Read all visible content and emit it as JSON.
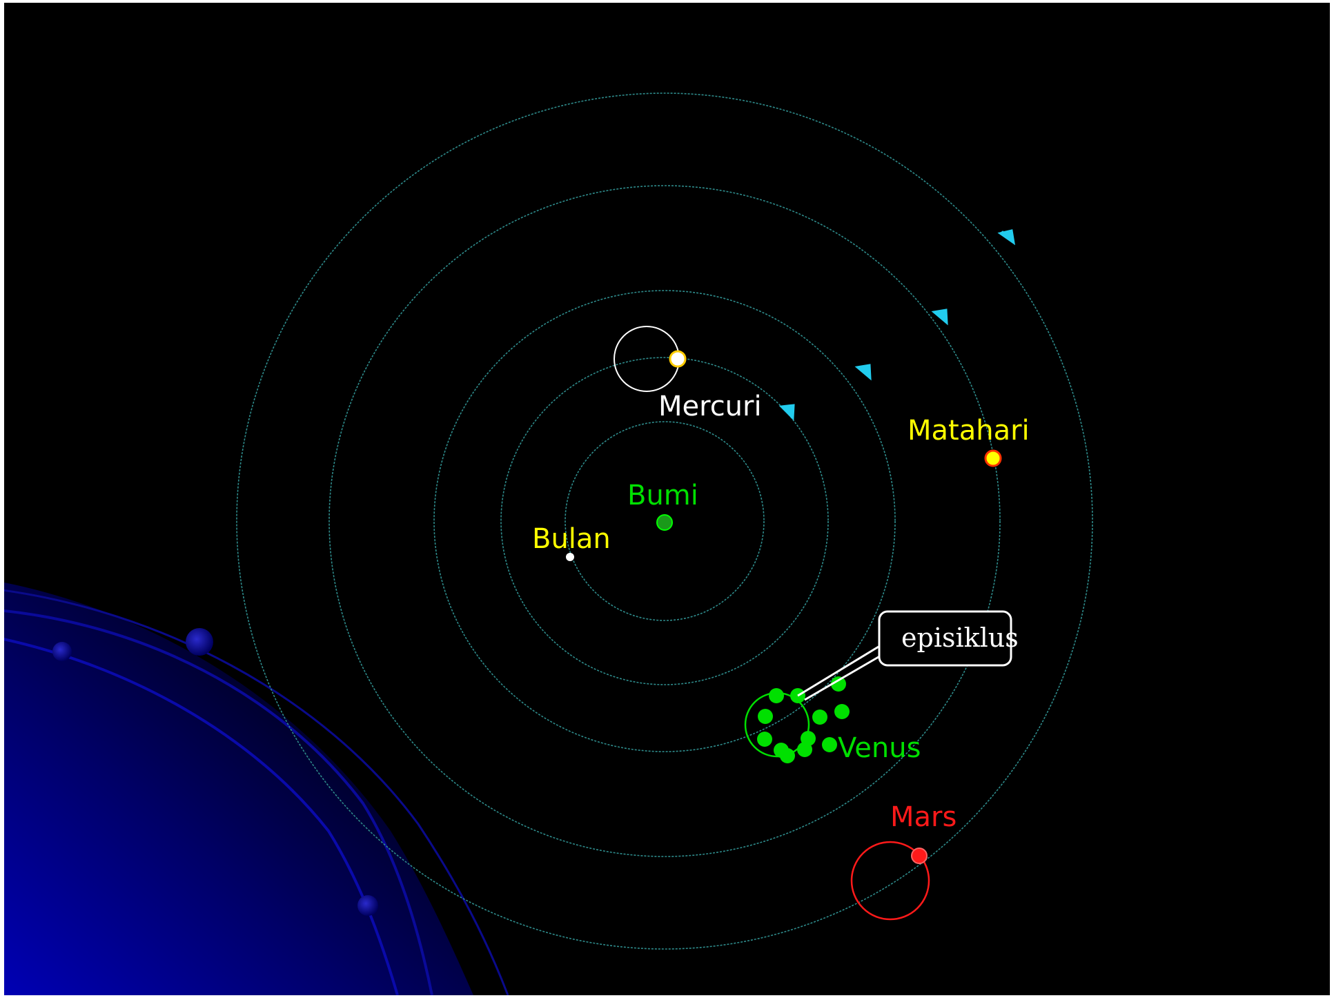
{
  "colors": {
    "background": "#000000",
    "orbit": "#2e8b8b",
    "arrow": "#22ccee",
    "mercuri": "#ffffff",
    "matahari": "#ffff00",
    "bumi": "#00e000",
    "bulan": "#ffff00",
    "venus": "#00e000",
    "mars": "#ff1a1a",
    "corner_blue": "#0000aa"
  },
  "labels": {
    "mercuri": "Mercuri",
    "matahari": "Matahari",
    "bumi": "Bumi",
    "bulan": "Bulan",
    "venus": "Venus",
    "mars": "Mars",
    "callout": "episiklus"
  },
  "icons": [
    "orbit-direction-arrow-icon"
  ]
}
